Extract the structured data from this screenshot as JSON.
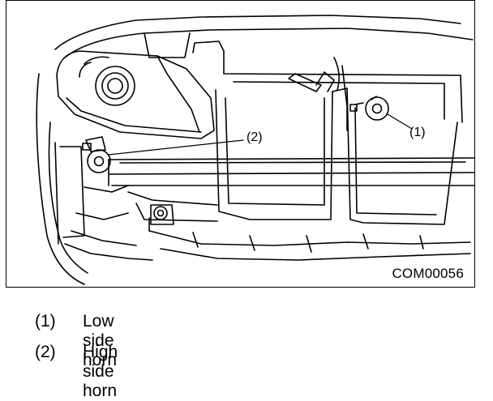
{
  "figure": {
    "code": "COM00056",
    "callouts": [
      {
        "id": "1",
        "label": "(1)"
      },
      {
        "id": "2",
        "label": "(2)"
      }
    ]
  },
  "legend": {
    "items": [
      {
        "number": "(1)",
        "text": "Low side horn"
      },
      {
        "number": "(2)",
        "text": "High side horn"
      }
    ]
  }
}
